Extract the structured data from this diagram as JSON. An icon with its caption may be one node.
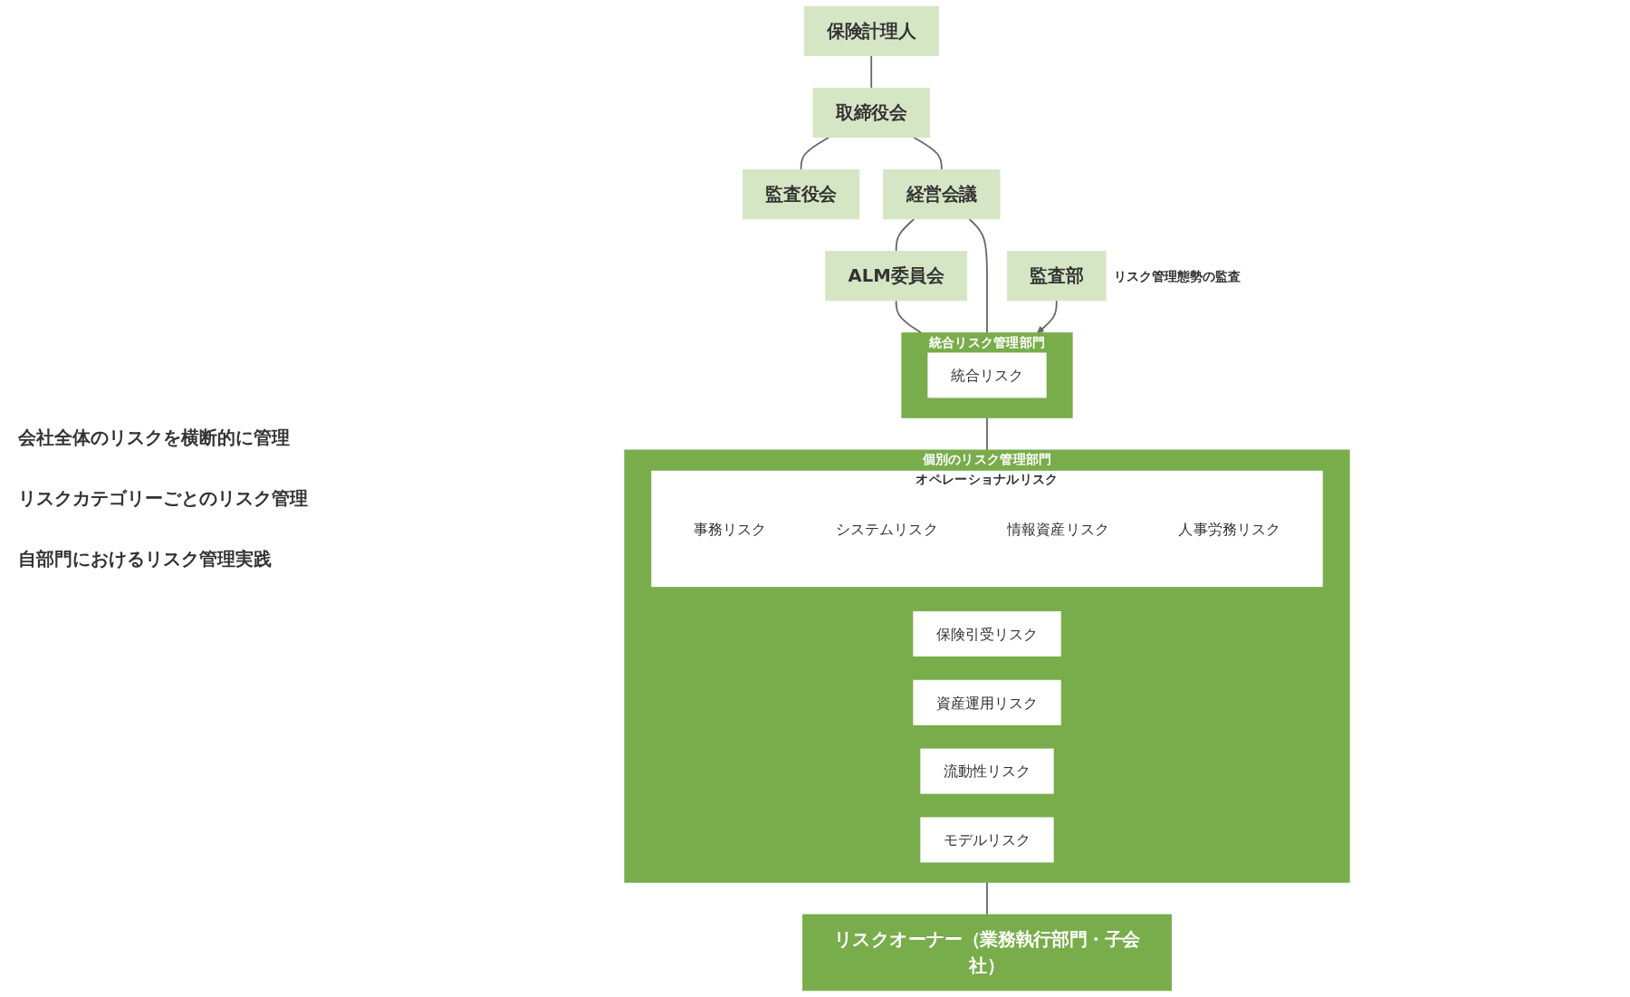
{
  "diagram": {
    "nodes": [
      {
        "text": [
          "保険計理人"
        ]
      },
      {
        "text": [
          "取締役会"
        ]
      },
      {
        "text": [
          "監査役会"
        ]
      },
      {
        "text": [
          "経営会議"
        ]
      },
      {
        "text": [
          "ALM委員会"
        ]
      },
      {
        "text": [
          "統合リスク管理部門"
        ]
      },
      {
        "text": [
          "統合リスク"
        ],
        "in": 5
      },
      {
        "text": [
          "個別のリスク管理部門"
        ]
      },
      {
        "text": [
          "保険引受リスク"
        ],
        "in": 7
      },
      {
        "text": [
          "資産運用リスク"
        ],
        "in": 7
      },
      {
        "text": [
          "流動性リスク"
        ],
        "in": 7
      },
      {
        "text": [
          "モデルリスク"
        ],
        "in": 7
      },
      {
        "text": [
          "オペレーショナルリスク"
        ],
        "in": 7
      },
      {
        "text": [
          "事務リスク"
        ],
        "in": 12
      },
      {
        "text": [
          "システムリスク"
        ],
        "in": 12
      },
      {
        "text": [
          "情報資産リスク"
        ],
        "in": 12
      },
      {
        "text": [
          "人事労務リスク"
        ],
        "in": 12
      },
      {
        "text": [
          "リスクオーナー（業務執行部門・子会社）"
        ]
      },
      {
        "text": [
          "監査部"
        ],
        "beside": [
          "リスク管理態勢の監査"
        ]
      }
    ],
    "edges": [
      {
        "from": 0,
        "to": 1,
        "arrow": "none"
      },
      {
        "from": 1,
        "to": 2,
        "arrow": "none"
      },
      {
        "from": 1,
        "to": 3,
        "arrow": "none"
      },
      {
        "from": 3,
        "to": 4,
        "arrow": "none"
      },
      {
        "from": 4,
        "to": 5,
        "arrow": "none"
      },
      {
        "from": 3,
        "to": 5,
        "arrow": "none"
      },
      {
        "from": 5,
        "to": 7,
        "arrow": "none"
      },
      {
        "from": 7,
        "to": 17,
        "arrow": "none"
      },
      {
        "from": 18,
        "to": 5,
        "arrow": "to"
      }
    ],
    "labels": [
      "会社全体のリスクを横断的に管理",
      "リスクカテゴリーごとのリスク管理",
      "自部門におけるリスク管理実践"
    ]
  }
}
